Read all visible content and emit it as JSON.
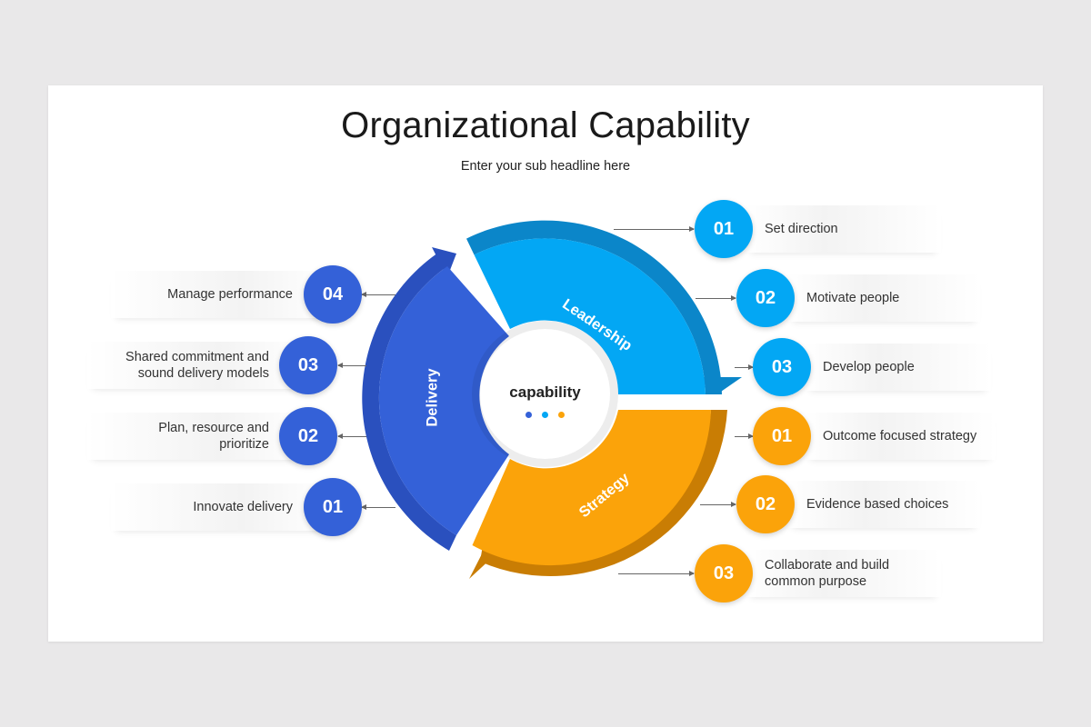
{
  "title": "Organizational Capability",
  "subtitle": "Enter your sub headline here",
  "center": {
    "label": "capability"
  },
  "colors": {
    "delivery": "#3461d8",
    "leadership": "#03a7f4",
    "strategy": "#fba30a"
  },
  "segments": {
    "leadership": "Leadership",
    "delivery": "Delivery",
    "strategy": "Strategy"
  },
  "leadership_items": [
    {
      "num": "01",
      "text": "Set direction"
    },
    {
      "num": "02",
      "text": "Motivate people"
    },
    {
      "num": "03",
      "text": "Develop people"
    }
  ],
  "strategy_items": [
    {
      "num": "01",
      "text": "Outcome focused strategy"
    },
    {
      "num": "02",
      "text": "Evidence based choices"
    },
    {
      "num": "03",
      "text": "Collaborate and build common purpose"
    }
  ],
  "delivery_items": [
    {
      "num": "04",
      "text": "Manage performance"
    },
    {
      "num": "03",
      "text": "Shared commitment and sound delivery models"
    },
    {
      "num": "02",
      "text": "Plan, resource and prioritize"
    },
    {
      "num": "01",
      "text": "Innovate delivery"
    }
  ]
}
